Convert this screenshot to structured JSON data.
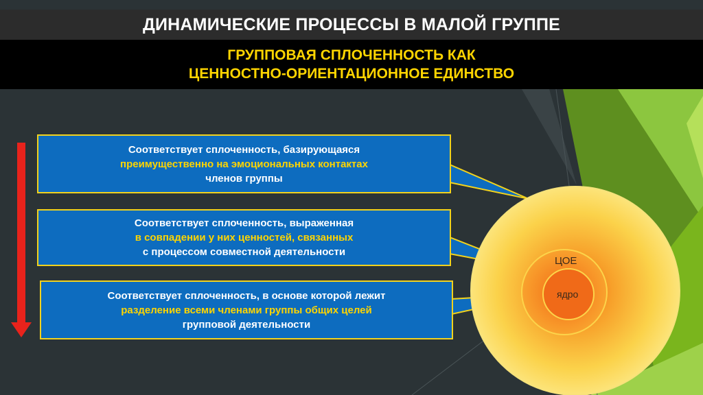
{
  "title": "ДИНАМИЧЕСКИЕ ПРОЦЕССЫ В МАЛОЙ ГРУППЕ",
  "subtitle": [
    "ГРУППОВАЯ СПЛОЧЕННОСТЬ КАК",
    "ЦЕННОСТНО-ОРИЕНТАЦИОННОЕ ЕДИНСТВО"
  ],
  "boxes": [
    {
      "lines": [
        "Соответствует сплоченность, базирующаяся",
        "преимущественно на эмоциональных контактах",
        "членов группы"
      ]
    },
    {
      "lines": [
        "Соответствует сплоченность, выраженная",
        "в совпадении у них ценностей, связанных",
        "с процессом совместной деятельности"
      ]
    },
    {
      "lines": [
        "Соответствует сплоченность, в основе которой лежит",
        "разделение всеми членами группы общих целей",
        "групповой деятельности"
      ]
    }
  ],
  "circle": {
    "middle_label": "ЦОЕ",
    "core_label": "ядро"
  },
  "colors": {
    "box_fill": "#0d6cbf",
    "box_border": "#f2d21c",
    "highlight_text": "#ffd500",
    "arrow": "#e8231c",
    "background": "#2b3336",
    "accent_green": "#7ab51d"
  }
}
